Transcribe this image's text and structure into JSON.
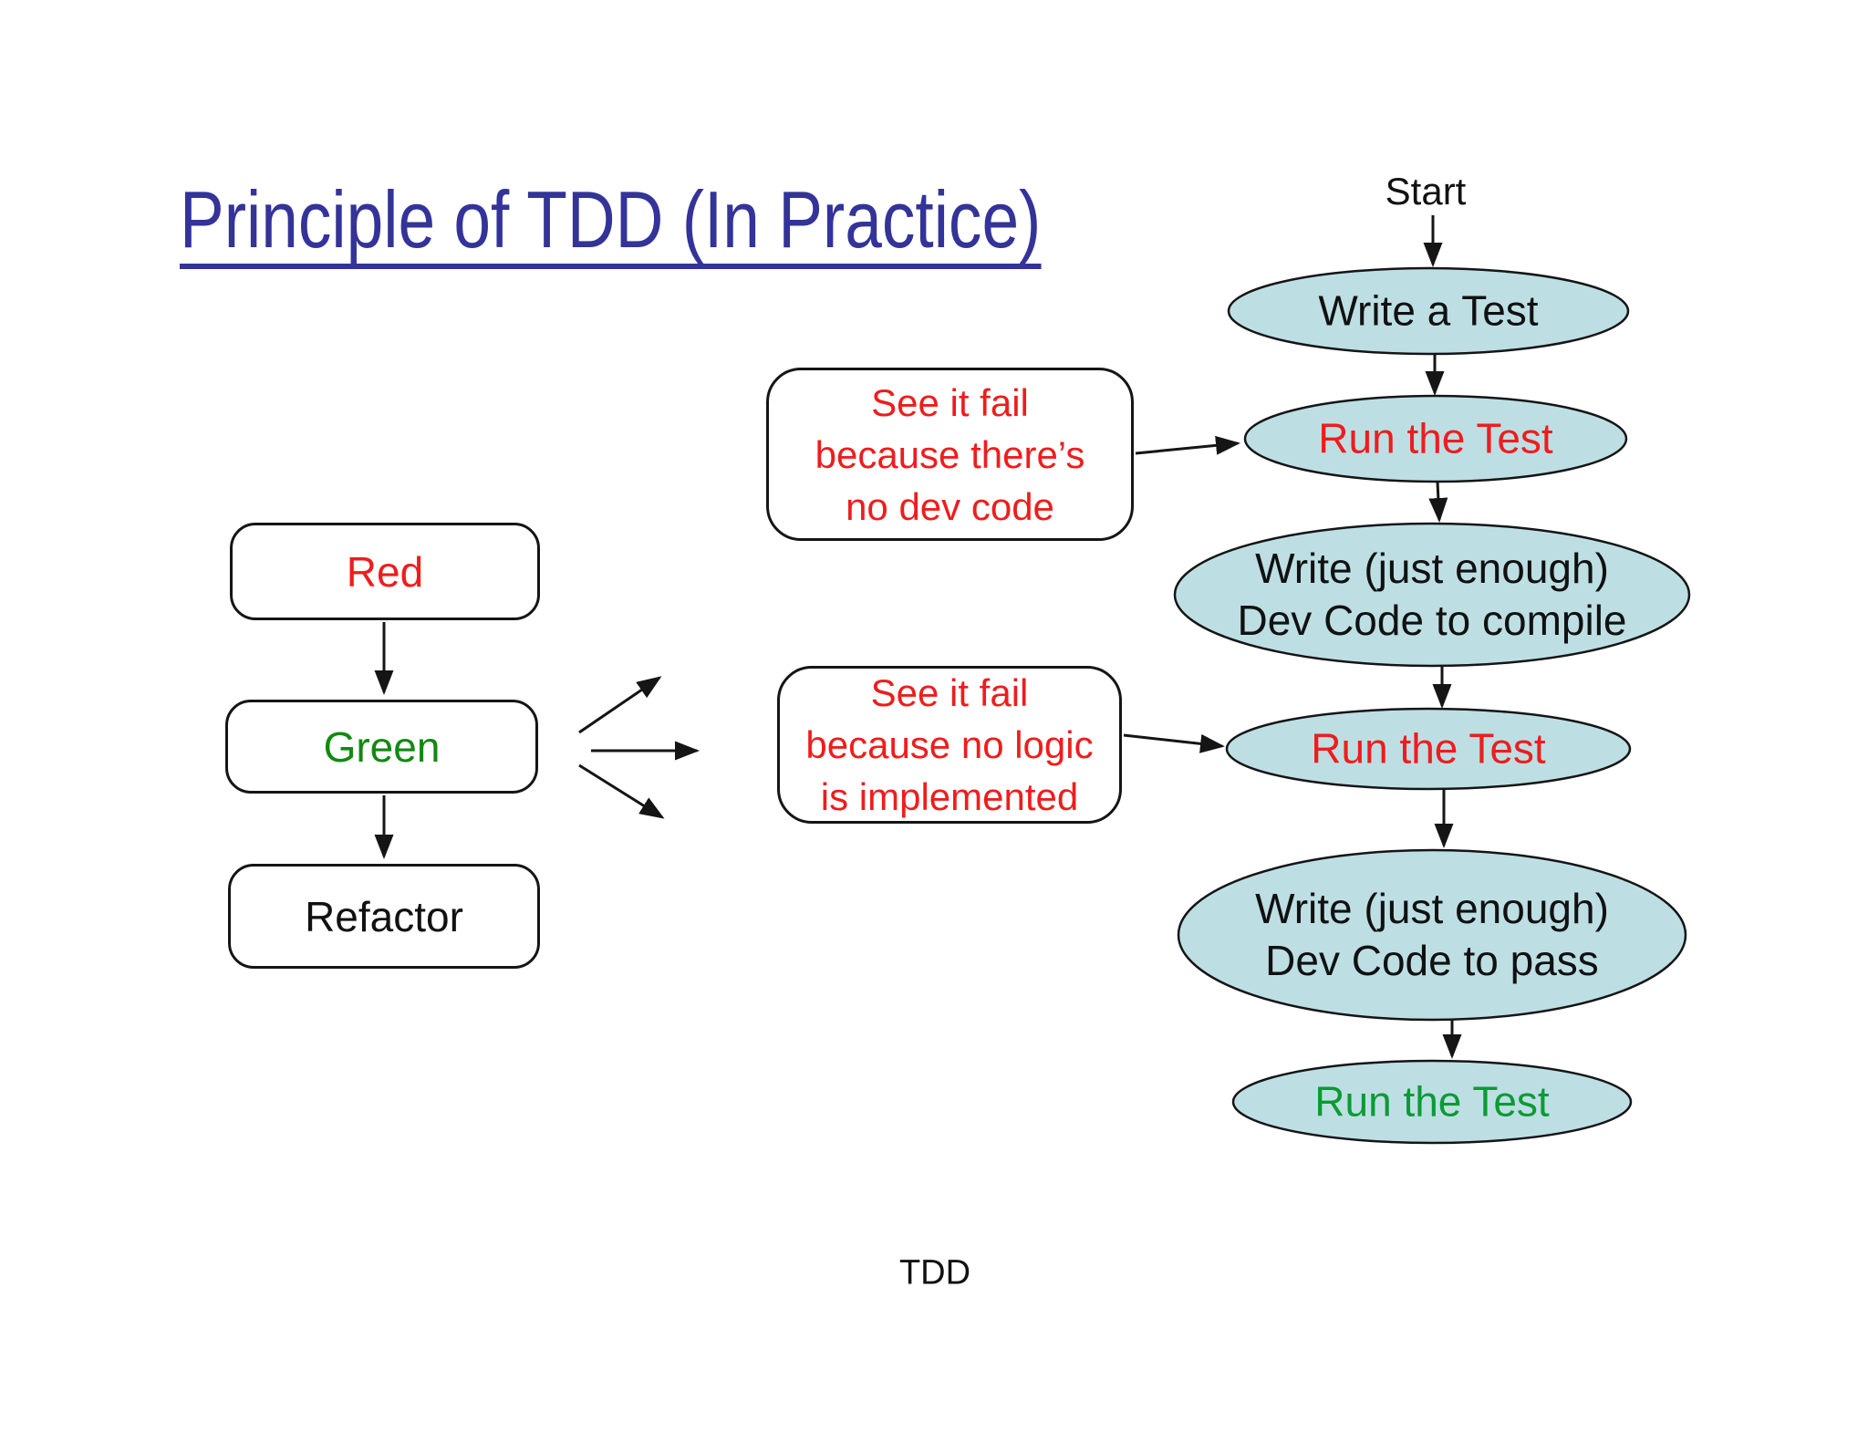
{
  "slide": {
    "title": "Principle of TDD (In Practice)",
    "footer": "TDD"
  },
  "colors": {
    "title_blue": "#333399",
    "text_red": "#ee1d1d",
    "box_green": "#108a10",
    "run_green": "#0b9b33",
    "ellipse_fill": "#bddfe4",
    "line_black": "#151515"
  },
  "cycle": {
    "red_label": "Red",
    "green_label": "Green",
    "refactor_label": "Refactor"
  },
  "notes": {
    "note1": {
      "line1": "See it fail",
      "line2": "because there’s",
      "line3": "no dev code"
    },
    "note2": {
      "line1": "See it fail",
      "line2": "because no logic",
      "line3": "is implemented"
    }
  },
  "flow": {
    "start": "Start",
    "write_test": "Write a Test",
    "run_test_1": "Run the Test",
    "compile_line1": "Write (just enough)",
    "compile_line2": "Dev Code to compile",
    "run_test_2": "Run the Test",
    "pass_line1": "Write (just enough)",
    "pass_line2": "Dev Code to pass",
    "run_test_3": "Run the Test"
  }
}
